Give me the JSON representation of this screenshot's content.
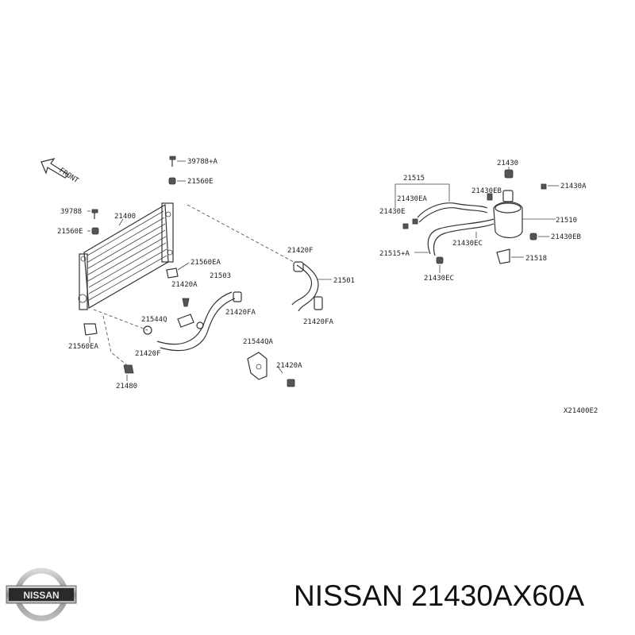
{
  "labels": {
    "front": "FRONT",
    "p39788a": "39788+A",
    "p21560e_top": "21560E",
    "p39788": "39788",
    "p21400": "21400",
    "p21560e_left": "21560E",
    "p21560ea_mid": "21560EA",
    "p21420a_mid": "21420A",
    "p21503": "21503",
    "p21420fa_mid": "21420FA",
    "p21544q": "21544Q",
    "p21420f_low": "21420F",
    "p21560ea_low": "21560EA",
    "p21480": "21480",
    "p21420f_right": "21420F",
    "p21501": "21501",
    "p21420fa_right": "21420FA",
    "p21544qa": "21544QA",
    "p21420a_low": "21420A",
    "p21515": "21515",
    "p21430ea": "21430EA",
    "p21430e": "21430E",
    "p21430": "21430",
    "p21430eb_top": "21430EB",
    "p21430a": "21430A",
    "p21510": "21510",
    "p21430eb_right": "21430EB",
    "p21430ec_mid": "21430EC",
    "p21515a": "21515+A",
    "p21430ec_low": "21430EC",
    "p21518": "21518",
    "ref": "X21400E2"
  },
  "brand": {
    "logo_text": "NISSAN",
    "title": "NISSAN 21430AX60A"
  }
}
